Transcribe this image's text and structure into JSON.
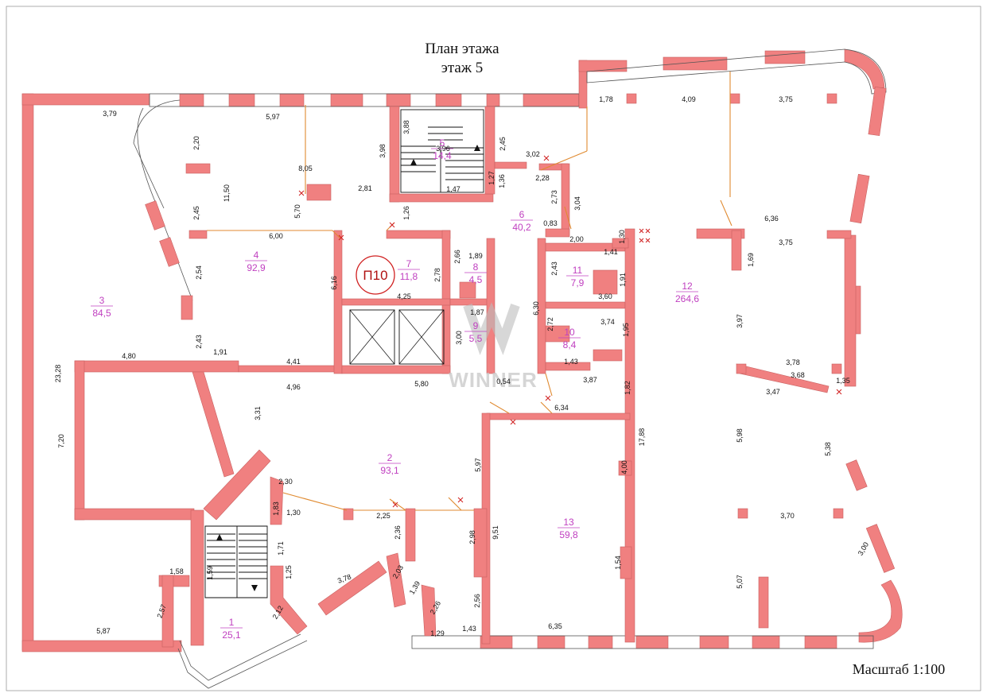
{
  "header": {
    "title": "План этажа",
    "subtitle": "этаж 5"
  },
  "footer": {
    "scale": "Масштаб 1:100"
  },
  "watermark": {
    "text": "WINNER"
  },
  "marker": {
    "label": "П10"
  },
  "rooms": [
    {
      "number": "1",
      "area": "25,1"
    },
    {
      "number": "2",
      "area": "93,1"
    },
    {
      "number": "3",
      "area": "84,5"
    },
    {
      "number": "4",
      "area": "92,9"
    },
    {
      "number": "5",
      "area": "14,4"
    },
    {
      "number": "6",
      "area": "40,2"
    },
    {
      "number": "7",
      "area": "11,8"
    },
    {
      "number": "8",
      "area": "4,5"
    },
    {
      "number": "9",
      "area": "5,5"
    },
    {
      "number": "10",
      "area": "8,4"
    },
    {
      "number": "11",
      "area": "7,9"
    },
    {
      "number": "12",
      "area": "264,6"
    },
    {
      "number": "13",
      "area": "59,8"
    }
  ],
  "dimensions": [
    "3,79",
    "5,97",
    "2,20",
    "8,05",
    "11,50",
    "2,45",
    "5,70",
    "6,00",
    "2,54",
    "6,16",
    "2,43",
    "1,91",
    "4,80",
    "4,41",
    "23,28",
    "7,20",
    "3,98",
    "3,88",
    "3,96",
    "1,27",
    "1,36",
    "1,47",
    "2,45",
    "3,02",
    "2,28",
    "2,73",
    "3,04",
    "0,83",
    "2,81",
    "1,26",
    "2,00",
    "1,30",
    "1,41",
    "1,89",
    "2,66",
    "2,78",
    "4,25",
    "1,87",
    "3,00",
    "6,30",
    "2,43",
    "1,91",
    "3,60",
    "2,72",
    "3,74",
    "1,95",
    "1,43",
    "3,87",
    "1,82",
    "0,54",
    "5,80",
    "4,96",
    "6,34",
    "3,31",
    "17,88",
    "1,78",
    "4,09",
    "3,75",
    "6,36",
    "3,75",
    "1,69",
    "3,97",
    "3,78",
    "3,68",
    "3,47",
    "1,35",
    "5,98",
    "5,38",
    "2,30",
    "2,56",
    "1,83",
    "1,30",
    "2,25",
    "5,97",
    "2,36",
    "2,98",
    "9,51",
    "4,00",
    "1,71",
    "1,25",
    "1,54",
    "3,70",
    "3,00",
    "3,78",
    "2,03",
    "1,39",
    "1,58",
    "1,59",
    "2,57",
    "2,26",
    "5,87",
    "1,29",
    "1,43",
    "6,35",
    "5,07",
    "2,12"
  ]
}
